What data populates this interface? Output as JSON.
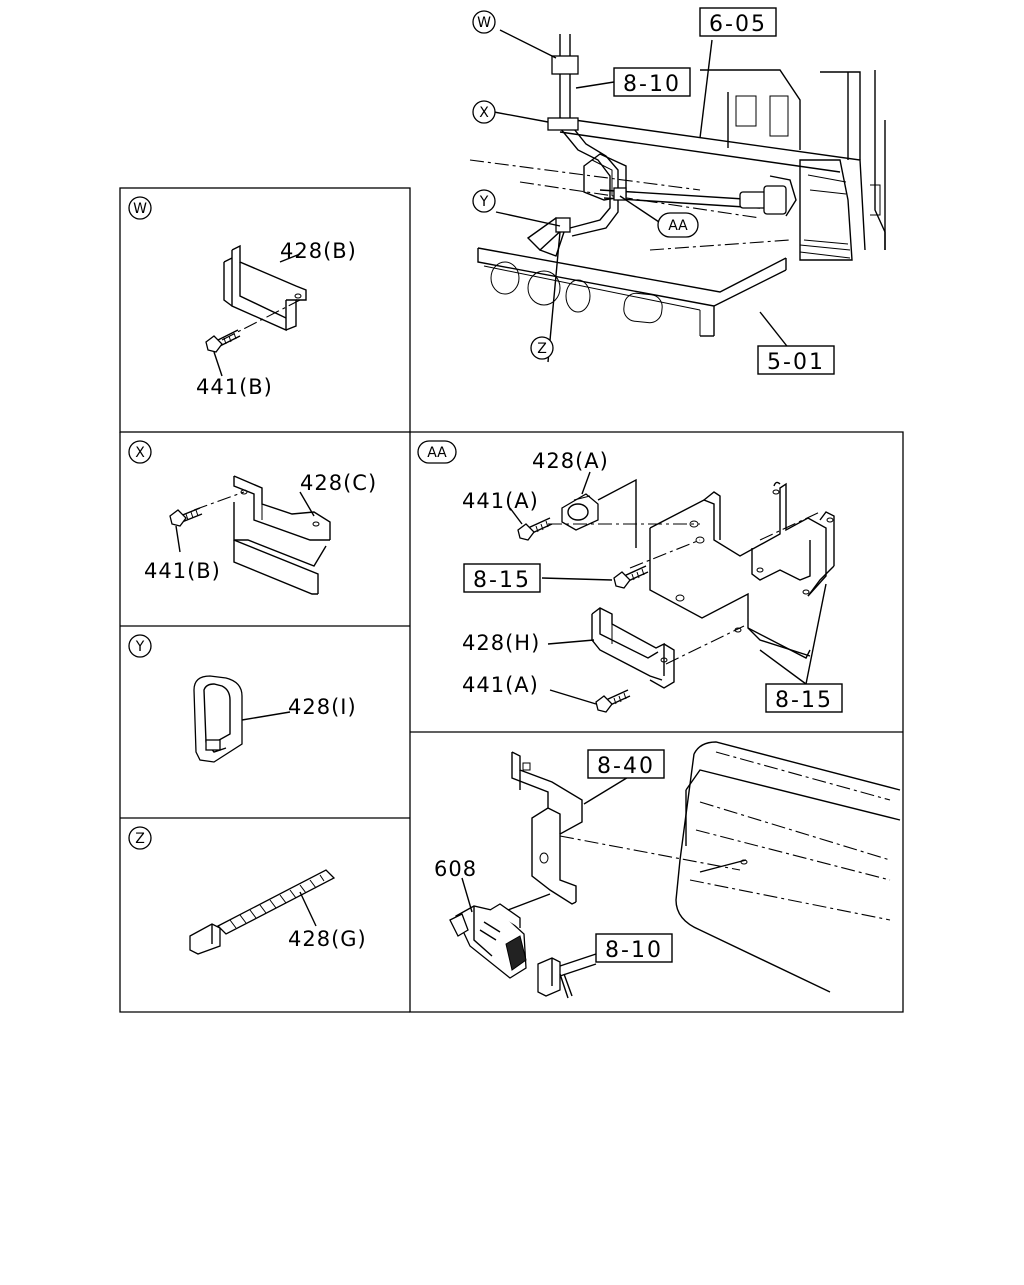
{
  "callouts": {
    "w": "W",
    "x": "X",
    "y": "Y",
    "z": "Z",
    "aa": "AA"
  },
  "refs": {
    "r605": "6-05",
    "r810_top": "8-10",
    "r501": "5-01",
    "r815_a": "8-15",
    "r815_b": "8-15",
    "r840": "8-40",
    "r810_bottom": "8-10"
  },
  "parts": {
    "w_428b": "428(B)",
    "w_441b": "441(B)",
    "x_428c": "428(C)",
    "x_441b": "441(B)",
    "y_428i": "428(I)",
    "z_428g": "428(G)",
    "aa_428a": "428(A)",
    "aa_441a_top": "441(A)",
    "aa_428h": "428(H)",
    "aa_441a_bottom": "441(A)",
    "p608": "608"
  }
}
